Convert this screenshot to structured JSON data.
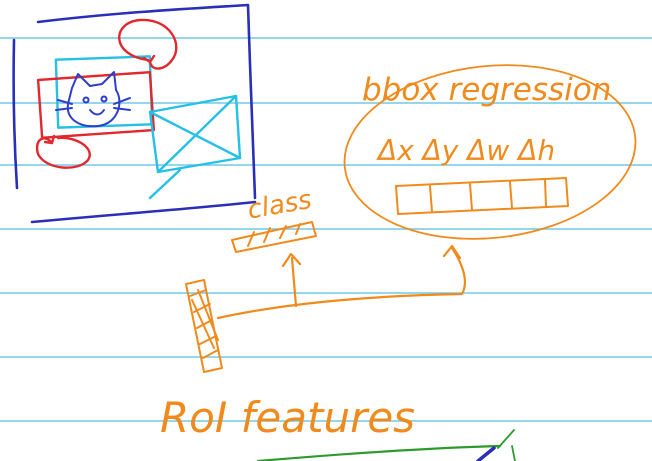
{
  "labels": {
    "class": "class",
    "bbox_regression": "bbox regression",
    "deltas": "Δx Δy Δw Δh",
    "roi_features": "RoI features"
  },
  "colors": {
    "rule_line": "#74c8e6",
    "frame": "#2a2fb8",
    "annotation": "#f08a1c",
    "box_red": "#e0282e",
    "box_cyan": "#26bfe6",
    "cat": "#2d3fc8",
    "underline_green": "#2e9a2e"
  }
}
